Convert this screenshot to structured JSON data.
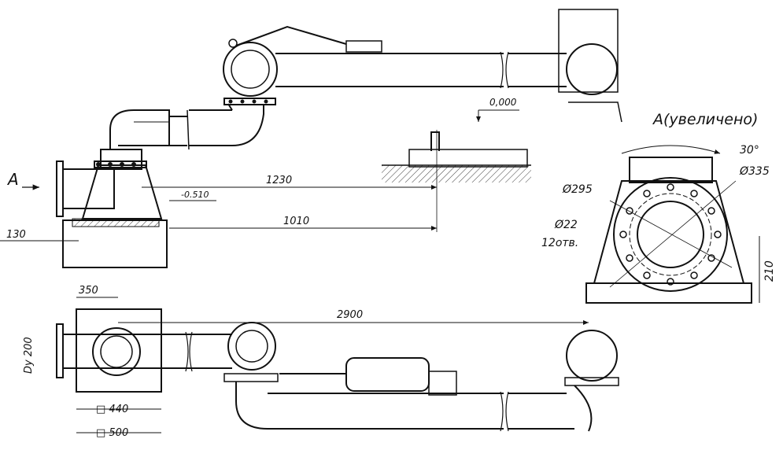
{
  "view_a_title": "A(увеличено)",
  "view_arrow_label": "A",
  "dims": {
    "level_zero": "0,000",
    "level_minus": "-0.510",
    "d1230": "1230",
    "d1010": "1010",
    "d130": "130",
    "d350": "350",
    "d2900": "2900",
    "dy200": "Dy 200",
    "sq440": "□ 440",
    "sq500": "□ 500",
    "angle30": "30°",
    "phi335": "Ø335",
    "phi295": "Ø295",
    "phi22": "Ø22",
    "holes12": "12отв.",
    "d210": "210"
  }
}
